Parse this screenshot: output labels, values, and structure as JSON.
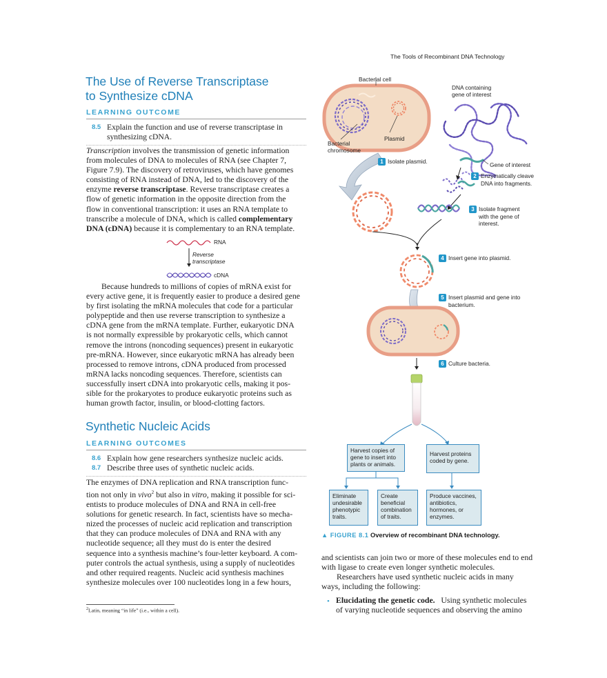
{
  "running_head": "The Tools of Recombinant DNA Technology",
  "section1": {
    "title_line1": "The Use of Reverse Transcriptase",
    "title_line2": "to Synthesize cDNA",
    "lo_label": "LEARNING OUTCOME",
    "lo": [
      {
        "num": "8.5",
        "line1": "Explain the function and use of reverse transcriptase in",
        "line2": "synthesizing cDNA."
      }
    ]
  },
  "para1": {
    "lines": [
      {
        "i": "Transcription",
        "t": " involves the transmission of genetic information"
      },
      {
        "t": "from molecules of DNA to molecules of RNA (see Chapter 7,"
      },
      {
        "t": "Figure 7.9). The discovery of retroviruses, which have genomes"
      },
      {
        "t": "consisting of RNA instead of DNA, led to the discovery of the"
      },
      {
        "t": "enzyme ",
        "b": "reverse transcriptase",
        "t2": ". Reverse transcriptase creates a"
      },
      {
        "t": "flow of genetic information in the opposite direction from the"
      },
      {
        "t": "flow in conventional transcription: it uses an RNA template to"
      },
      {
        "t": "transcribe a molecule of DNA, which is called ",
        "b": "complementary"
      },
      {
        "b": "DNA (cDNA)",
        "t2": " because it is complementary to an RNA template."
      }
    ]
  },
  "small_diagram": {
    "rna": "RNA",
    "enzyme_line1": "Reverse",
    "enzyme_line2": "transcriptase",
    "cdna": "cDNA"
  },
  "para2": {
    "lines": [
      "Because hundreds to millions of copies of mRNA exist for",
      "every active gene, it is frequently easier to produce a desired gene",
      "by first isolating the mRNA molecules that code for a particular",
      "polypeptide and then use reverse transcription to synthesize a",
      "cDNA gene from the mRNA template. Further, eukaryotic DNA",
      "is not normally expressible by prokaryotic cells, which cannot",
      "remove the introns (noncoding sequences) present in eukaryotic",
      "pre-mRNA. However, since eukaryotic mRNA has already been",
      "processed to remove introns, cDNA produced from processed",
      "mRNA lacks noncoding sequences. Therefore, scientists can",
      "successfully insert cDNA into prokaryotic cells, making it pos-",
      "sible for the prokaryotes to produce eukaryotic proteins such as",
      "human growth factor, insulin, or blood-clotting factors."
    ]
  },
  "section2": {
    "title": "Synthetic Nucleic Acids",
    "lo_label": "LEARNING OUTCOMES",
    "lo": [
      {
        "num": "8.6",
        "text": "Explain how gene researchers synthesize nucleic acids."
      },
      {
        "num": "8.7",
        "text": "Describe three uses of synthetic nucleic acids."
      }
    ]
  },
  "para3": {
    "lines": [
      {
        "t": "The enzymes of DNA replication and RNA transcription func-"
      },
      {
        "t": "tion not only in ",
        "i": "vivo",
        "sup": "2",
        "t2": " but also in ",
        "i2": "vitro",
        "t3": ", making it possible for sci-"
      },
      {
        "t": "entists to produce molecules of DNA and RNA in cell-free"
      },
      {
        "t": "solutions for genetic research. In fact, scientists have so mecha-"
      },
      {
        "t": "nized the processes of nucleic acid replication and transcription"
      },
      {
        "t": "that they can produce molecules of DNA and RNA with any"
      },
      {
        "t": "nucleotide sequence; all they must do is enter the desired"
      },
      {
        "t": "sequence into a synthesis machine’s four-letter keyboard. A com-"
      },
      {
        "t": "puter controls the actual synthesis, using a supply of nucleotides"
      },
      {
        "t": "and other required reagents. Nucleic acid synthesis machines"
      },
      {
        "t": "synthesize molecules over 100 nucleotides long in a few hours,"
      }
    ]
  },
  "footnote": {
    "sup": "2",
    "text": "Latin, meaning “in life” (i.e., within a cell)."
  },
  "figure": {
    "labels": {
      "bacterial_cell": "Bacterial cell",
      "dna_gene_line1": "DNA containing",
      "dna_gene_line2": "gene of interest",
      "bacterial_chromosome_line1": "Bacterial",
      "bacterial_chromosome_line2": "chromosome",
      "plasmid": "Plasmid",
      "gene_of_interest": "Gene of interest"
    },
    "steps": [
      {
        "n": "1",
        "line1": "Isolate plasmid.",
        "line2": "",
        "line3": ""
      },
      {
        "n": "2",
        "line1": "Enzymatically cleave",
        "line2": "DNA into fragments.",
        "line3": ""
      },
      {
        "n": "3",
        "line1": "Isolate fragment",
        "line2": "with the gene of",
        "line3": "interest."
      },
      {
        "n": "4",
        "line1": "Insert gene into plasmid.",
        "line2": "",
        "line3": ""
      },
      {
        "n": "5",
        "line1": "Insert plasmid and gene into",
        "line2": "bacterium.",
        "line3": ""
      },
      {
        "n": "6",
        "line1": "Culture bacteria.",
        "line2": "",
        "line3": ""
      }
    ],
    "boxes": {
      "harvest_genes": [
        "Harvest copies of",
        "gene to insert into",
        "plants or animals."
      ],
      "harvest_proteins": [
        "Harvest proteins",
        "coded by gene."
      ],
      "eliminate": [
        "Eliminate",
        "undesirable",
        "phenotypic",
        "traits."
      ],
      "create": [
        "Create",
        "beneficial",
        "combination",
        "of traits."
      ],
      "produce": [
        "Produce vaccines,",
        "antibiotics,",
        "hormones, or",
        "enzymes."
      ]
    },
    "caption_label": "▲ FIGURE 8.1",
    "caption_text": "Overview of recombinant DNA technology.",
    "colors": {
      "membrane": "#e89e86",
      "cytoplasm": "#f3dcc5",
      "dna": "#7b6ac9",
      "plasmid": "#f08a6a",
      "gene": "#4aa6a0",
      "box_fill": "#dbe9ee",
      "box_border": "#3a8bc0",
      "badge": "#2196c9"
    }
  },
  "right_text": {
    "lines": [
      "and scientists can join two or more of these molecules end to end",
      "with ligase to create even longer synthetic molecules."
    ],
    "indent_line": "Researchers have used synthetic nucleic acids in many",
    "indent_line2": "ways, including the following:",
    "bullet_bold": "Elucidating the genetic code.",
    "bullet_text": "Using synthetic molecules",
    "bullet_line2": "of varying nucleotide sequences and observing the amino"
  }
}
